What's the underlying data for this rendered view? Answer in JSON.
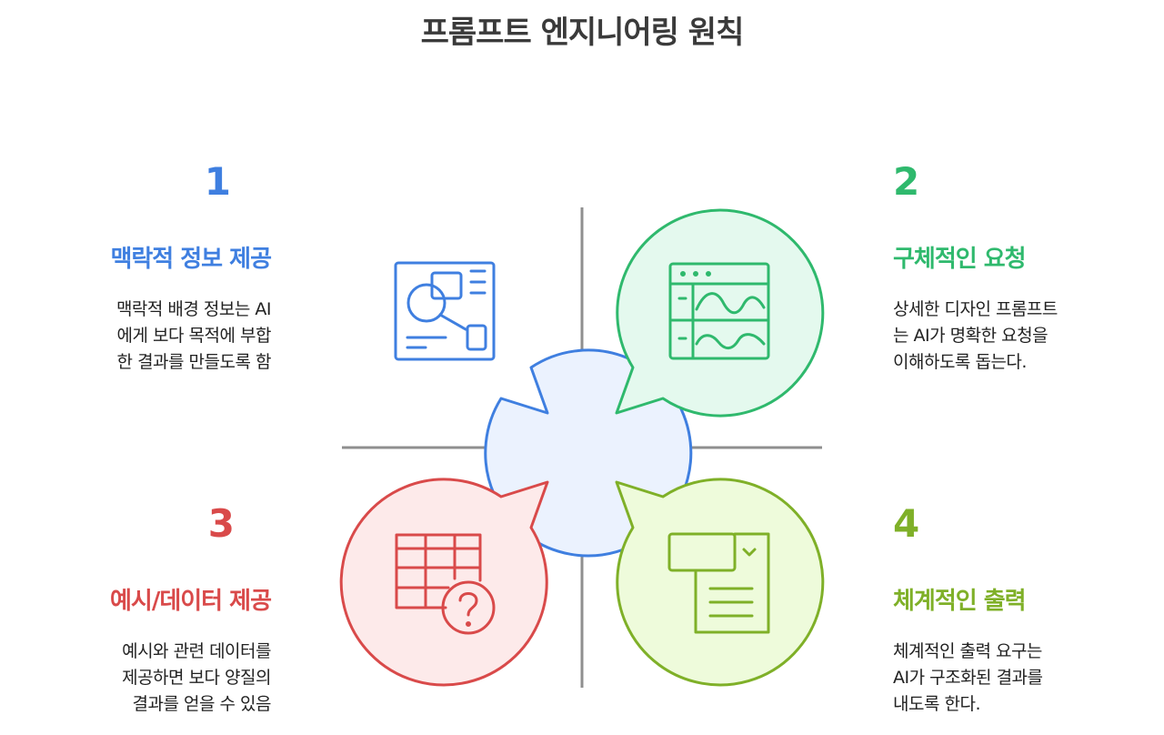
{
  "title": "프롬프트 엔지니어링 원칙",
  "colors": {
    "blue": "#3f7fe0",
    "green": "#2fb96d",
    "red": "#d94a4a",
    "lime": "#7fb028",
    "divider": "#8f8f8f"
  },
  "principles": [
    {
      "number": "1",
      "heading": "맥락적 정보 제공",
      "description": "맥락적 배경 정보는 AI\n에게 보다 목적에 부합\n한 결과를 만들도록 함",
      "icon": "layout-diagram-icon",
      "color": "#3f7fe0"
    },
    {
      "number": "2",
      "heading": "구체적인 요청",
      "description": "상세한 디자인 프롬프트\n는 AI가 명확한 요청을\n이해하도록 돕는다.",
      "icon": "browser-waveform-icon",
      "color": "#2fb96d"
    },
    {
      "number": "3",
      "heading": "예시/데이터 제공",
      "description": "예시와 관련 데이터를\n제공하면 보다 양질의\n결과를 얻을 수 있음",
      "icon": "table-question-icon",
      "color": "#d94a4a"
    },
    {
      "number": "4",
      "heading": "체계적인 출력",
      "description": "체계적인 출력 요구는\nAI가 구조화된 결과를\n내도록 한다.",
      "icon": "document-dropdown-icon",
      "color": "#7fb028"
    }
  ]
}
